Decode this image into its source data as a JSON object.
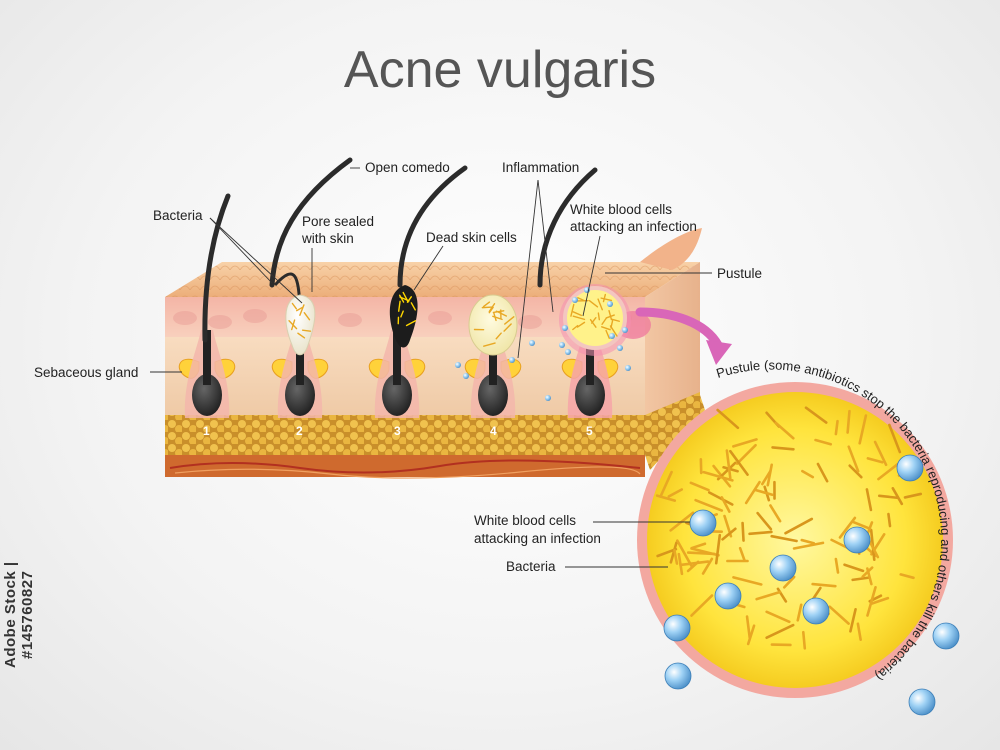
{
  "title": "Acne vulgaris",
  "stages": [
    "1",
    "2",
    "3",
    "4",
    "5"
  ],
  "labels": {
    "bacteria_top": "Bacteria",
    "pore_sealed_1": "Pore sealed",
    "pore_sealed_2": "with skin",
    "open_comedo": "Open comedo",
    "dead_skin_cells": "Dead skin cells",
    "inflammation": "Inflammation",
    "wbc_top_1": "White blood cells",
    "wbc_top_2": "attacking an infection",
    "pustule": "Pustule",
    "sebaceous_gland": "Sebaceous gland",
    "wbc_detail_1": "White blood cells",
    "wbc_detail_2": "attacking an infection",
    "bacteria_detail": "Bacteria",
    "pustule_caption": "Pustule (some antibiotics stop the bacteria reproducing and others kill the bacteria)"
  },
  "stock_id": "Adobe Stock | #145760827",
  "colors": {
    "title": "#555555",
    "skin_surface": "#f2b98a",
    "epidermis": "#f7c3b0",
    "dermis": "#f5d5b4",
    "fat": "#e0b24a",
    "hair": "#2b2b2b",
    "sebum": "#ffd23a",
    "pustule_fill": "#ffe94d",
    "pustule_ring": "#f0a0a0",
    "white_blood_cell": "#8fc8f0",
    "bacteria": "#e8a824",
    "arrow": "#d966b8"
  }
}
